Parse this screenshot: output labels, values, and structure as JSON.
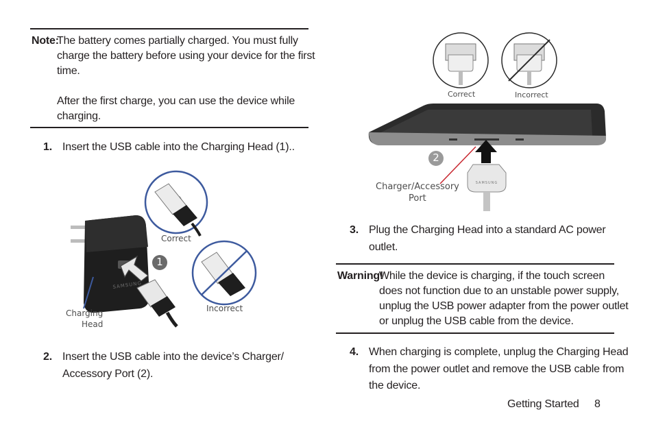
{
  "note": {
    "label": "Note:",
    "line1": "The battery comes partially charged. You must fully",
    "line2": "charge the battery before using your device for the first",
    "line3": "time.",
    "line4": "After the first charge, you can use the device while",
    "line5": "charging."
  },
  "steps": [
    {
      "number": "1.",
      "line1": "Insert the USB cable into the Charging Head (1)..",
      "line2": ""
    },
    {
      "number": "2.",
      "line1": "Insert the USB cable into the device’s Charger/",
      "line2": "Accessory Port (2)."
    },
    {
      "number": "3.",
      "line1": "Plug the Charging Head into a standard AC power",
      "line2": "outlet."
    },
    {
      "number": "4.",
      "line1": "When charging is complete, unplug the Charging Head",
      "line2": "from the power outlet and remove the USB cable from",
      "line3": "the device."
    }
  ],
  "warning": {
    "label": "Warning!",
    "line1": "While the device is charging, if the touch screen",
    "line2": "does not function due to an unstable power supply,",
    "line3": "unplug the USB power adapter from the power outlet",
    "line4": "or unplug the USB cable from the device."
  },
  "figure1": {
    "correct_label": "Correct",
    "incorrect_label": "Incorrect",
    "charging_head_label_1": "Charging",
    "charging_head_label_2": "Head",
    "callout": "1",
    "brand": "SAMSUNG"
  },
  "figure2": {
    "correct_label": "Correct",
    "incorrect_label": "Incorrect",
    "port_label_1": "Charger/Accessory",
    "port_label_2": "Port",
    "callout": "2",
    "brand": "SAMSUNG"
  },
  "footer": {
    "section": "Getting Started",
    "page": "8"
  }
}
